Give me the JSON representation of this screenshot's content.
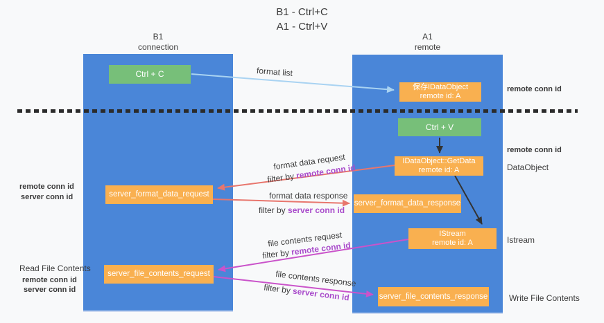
{
  "title": {
    "line1": "B1 - Ctrl+C",
    "line2": "A1 - Ctrl+V"
  },
  "lanes": {
    "left": {
      "title": "B1",
      "subtitle": "connection"
    },
    "right": {
      "title": "A1",
      "subtitle": "remote"
    }
  },
  "nodes": {
    "ctrl_c": {
      "label": "Ctrl + C"
    },
    "ctrl_v": {
      "label": "Ctrl + V"
    },
    "save_idataobject": {
      "line1": "保存IDataObject",
      "line2": "remote id: A"
    },
    "getdata": {
      "line1": "IDataObject::GetData",
      "line2": "remote id: A"
    },
    "istream": {
      "line1": "IStream",
      "line2": "remote id: A"
    },
    "server_format_data_request": {
      "label": "server_format_data_request"
    },
    "server_format_data_response": {
      "label": "server_format_data_response"
    },
    "server_file_contents_request": {
      "label": "server_file_contents_request"
    },
    "server_file_contents_response": {
      "label": "server_file_contents_response"
    }
  },
  "edge_labels": {
    "format_list": "format list",
    "format_data_request": "format data request",
    "format_data_response": "format data response",
    "file_contents_request": "file contents request",
    "file_contents_response": "file contents response",
    "filter_by": "filter by ",
    "remote_conn_id": "remote conn id",
    "server_conn_id": "server conn id"
  },
  "side_labels": {
    "right_top_remote_conn_id": "remote conn id",
    "right_mid_remote_conn_id": "remote conn id",
    "dataobject": "DataObject",
    "istream": "Istream",
    "write_file_contents": "Write File Contents",
    "left_remote_conn_id": "remote conn id",
    "left_server_conn_id": "server conn id",
    "read_file_contents": "Read File Contents",
    "left_remote_conn_id_2": "remote conn id",
    "left_server_conn_id_2": "server conn id"
  },
  "colors": {
    "lane_blue": "#4a86d8",
    "node_orange": "#f9b050",
    "node_green": "#77bf79",
    "arrow_light_blue": "#a9d3f2",
    "arrow_black": "#333333",
    "arrow_salmon": "#e8766d",
    "arrow_magenta": "#ca53ca",
    "text_purple": "#a94ccb",
    "text_green": "#58b25f",
    "background": "#f8f9fa"
  }
}
